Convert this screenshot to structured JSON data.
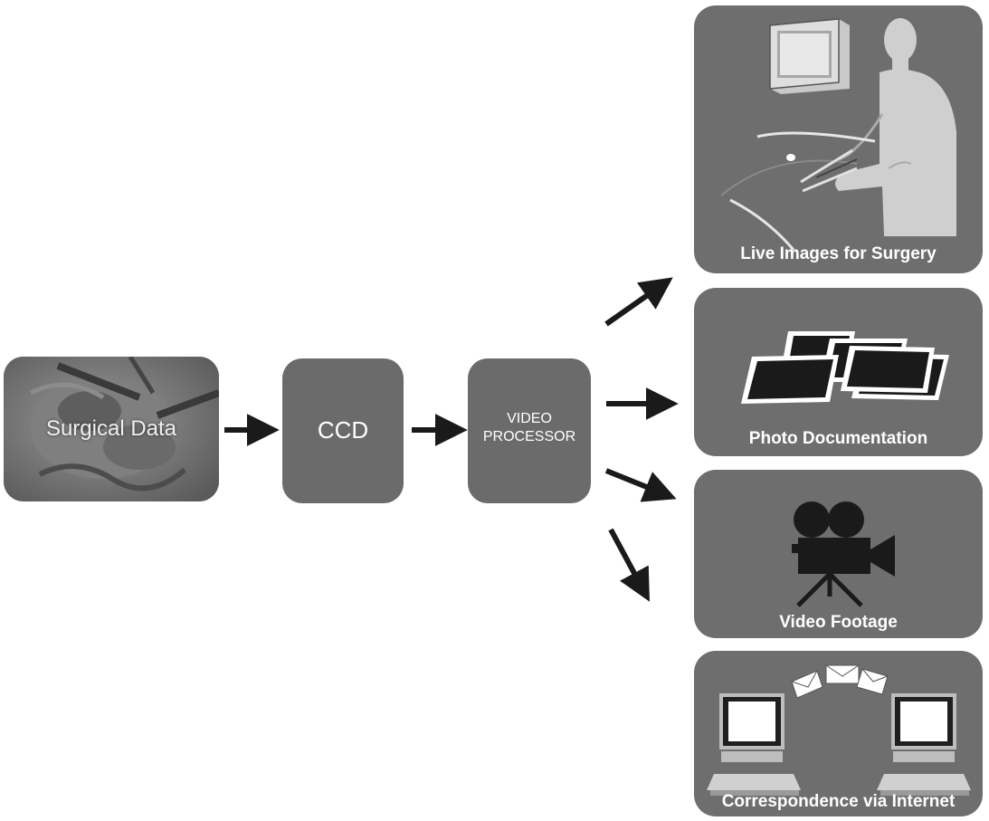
{
  "diagram": {
    "source": {
      "label": "Surgical Data"
    },
    "ccd": {
      "label": "CCD"
    },
    "processor": {
      "label_line1": "VIDEO",
      "label_line2": "PROCESSOR"
    },
    "outputs": [
      {
        "label": "Live Images for Surgery"
      },
      {
        "label": "Photo Documentation"
      },
      {
        "label": "Video Footage"
      },
      {
        "label": "Correspondence via Internet"
      }
    ]
  },
  "colors": {
    "box_fill": "#6b6b6b",
    "panel_fill": "#6e6e6e",
    "arrow": "#1a1a1a",
    "label_text": "#ffffff"
  }
}
